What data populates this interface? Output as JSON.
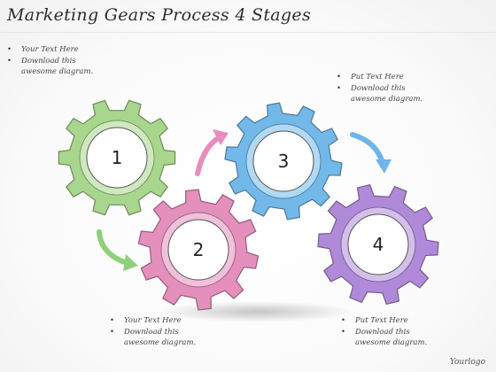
{
  "title": "Marketing Gears Process 4 Stages",
  "notes": {
    "top_left": {
      "lines": [
        "Your Text Here",
        "Download this",
        "awesome diagram."
      ]
    },
    "top_right": {
      "lines": [
        "Put Text Here",
        "Download this",
        "awesome diagram."
      ]
    },
    "bottom_center": {
      "lines": [
        "Your Text Here",
        "Download this",
        "awesome diagram."
      ]
    },
    "bottom_right": {
      "lines": [
        "Put Text Here",
        "Download this",
        "awesome diagram."
      ]
    }
  },
  "gears": [
    {
      "label": "1",
      "color": "#a8d68c"
    },
    {
      "label": "2",
      "color": "#e48fbc"
    },
    {
      "label": "3",
      "color": "#72b9ea"
    },
    {
      "label": "4",
      "color": "#b08ad8"
    }
  ],
  "arrow_colors": {
    "green": "#8fd07a",
    "pink": "#e88cbc",
    "blue": "#6fb4ea"
  },
  "logo": "Yourlogo"
}
